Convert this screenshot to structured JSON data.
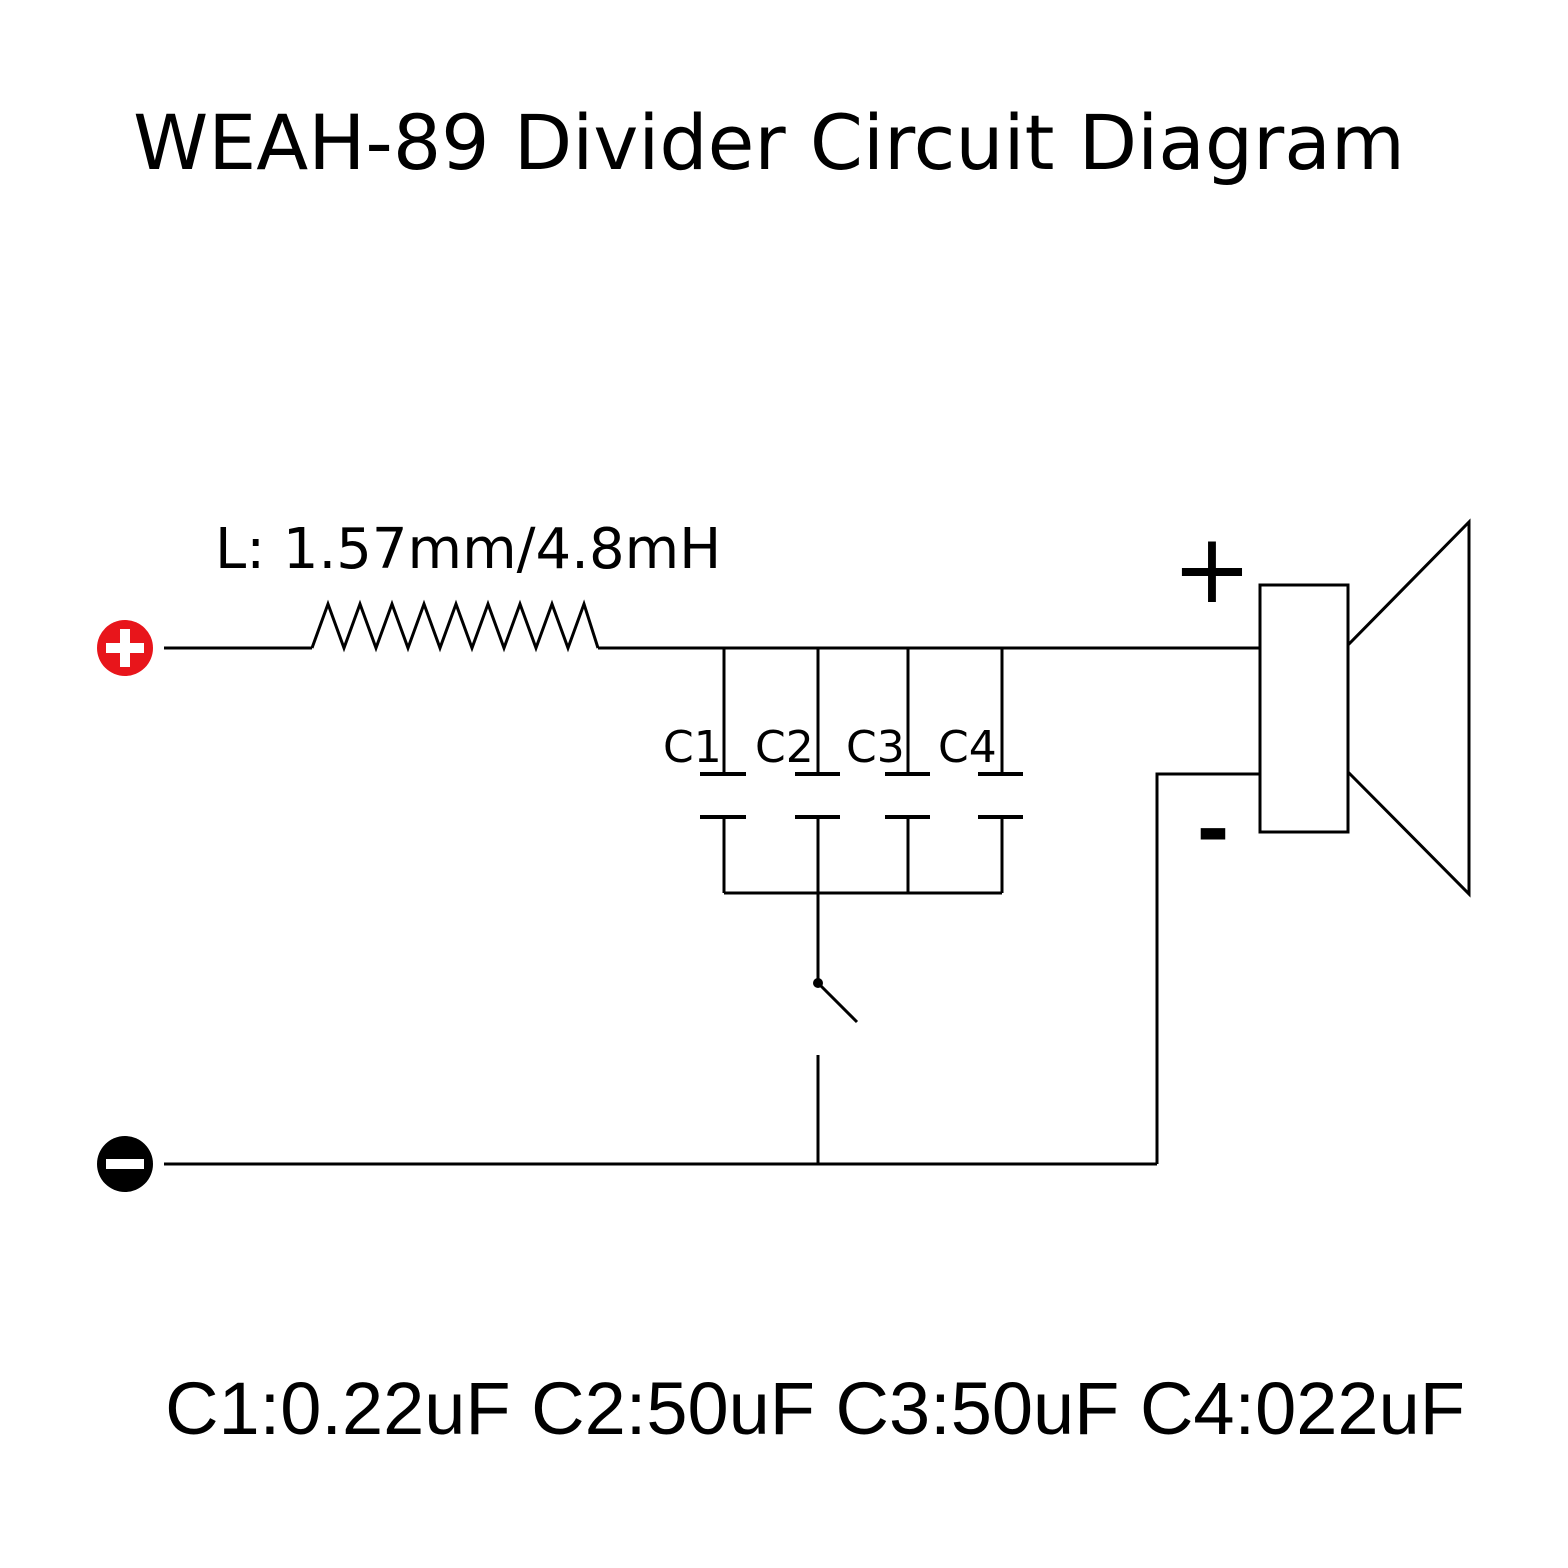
{
  "title": "WEAH-89 Divider Circuit Diagram",
  "inductor_label": "L: 1.57mm/4.8mH",
  "capacitors": [
    {
      "label": "C1"
    },
    {
      "label": "C2"
    },
    {
      "label": "C3"
    },
    {
      "label": "C4"
    }
  ],
  "speaker_plus": "+",
  "speaker_minus": "-",
  "component_values": "C1:0.22uF C2:50uF C3:50uF C4:022uF",
  "colors": {
    "positive_terminal": "#e8151b",
    "negative_terminal": "#000000",
    "line": "#000000"
  },
  "icons": {
    "positive_terminal": "plus-circle-icon",
    "negative_terminal": "minus-circle-icon",
    "speaker": "speaker-icon"
  }
}
